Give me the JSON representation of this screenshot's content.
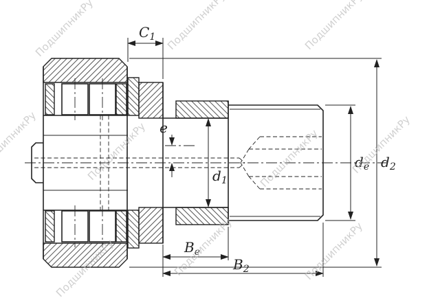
{
  "watermark": {
    "text": "ПодшипникРу"
  },
  "labels": {
    "c1": {
      "base": "C",
      "sub": "1"
    },
    "e": {
      "base": "e"
    },
    "d1": {
      "base": "d",
      "sub": "1"
    },
    "de": {
      "base": "d",
      "sub": "e"
    },
    "d2": {
      "base": "d",
      "sub": "2"
    },
    "be": {
      "base": "B",
      "sub": "e"
    },
    "b2": {
      "base": "B",
      "sub": "2"
    }
  },
  "colors": {
    "line": "#222222",
    "hatch": "#3f3f3f",
    "watermark": "#bdbdbd",
    "background": "#ffffff"
  }
}
